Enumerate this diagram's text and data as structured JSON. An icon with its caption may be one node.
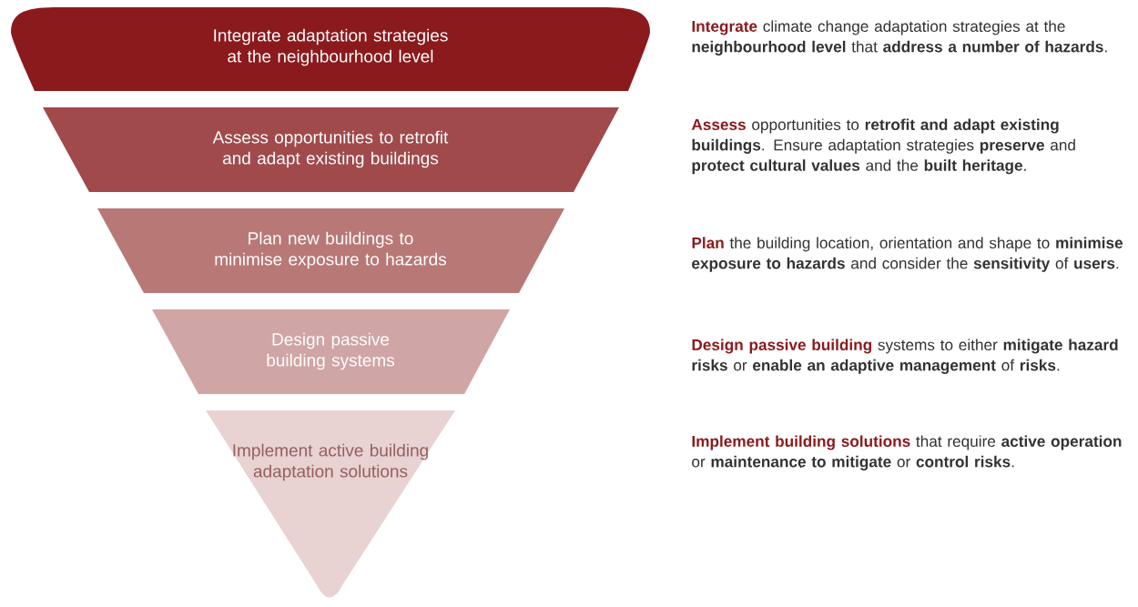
{
  "diagram": {
    "nodes": [
      {
        "text": [
          "Integrate adaptation strategies at the neighbourhood level"
        ]
      },
      {
        "text": [
          "Assess opportunities to retrofit and adapt existing buildings"
        ]
      },
      {
        "text": [
          "Plan new buildings to minimise exposure to hazards"
        ]
      },
      {
        "text": [
          "Design passive building systems"
        ]
      },
      {
        "text": [
          "Implement active building adaptation solutions"
        ]
      }
    ],
    "labels": [
      "**Integrate** climate change adaptation strategies at the **neighbourhood level** that **address a number of hazards**.",
      "**Assess** opportunities to **retrofit and adapt existing buildings**. Ensure adaptation strategies **preserve** and **protect cultural values** and the **built heritage**.",
      "**Plan** the building location, orientation and shape to **minimise exposure to hazards** and consider the **sensitivity** of **users**.",
      "**Design passive building** systems to either **mitigate hazard risks** or **enable an adaptive management** of **risks**.",
      "**Implement building solutions** that require **active operation** or **maintenance to mitigate** or **control risks**."
    ]
  }
}
